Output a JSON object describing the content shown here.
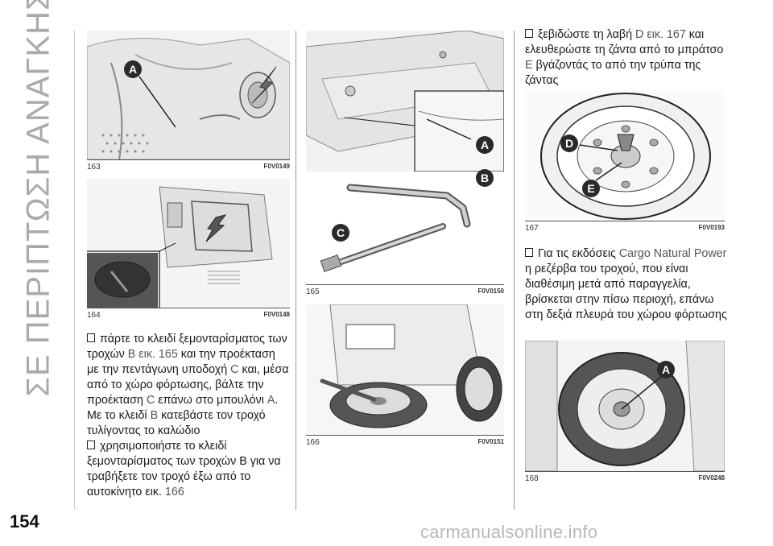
{
  "chapter_title": "ΣΕ ΠΕΡΙΠΤΩΣΗ ΑΝΑΓΚΗΣ",
  "page_number": "154",
  "watermark": "carmanualsonline.info",
  "figures": {
    "f163": {
      "num": "163",
      "code": "F0V0149",
      "labels": [
        "A"
      ]
    },
    "f164": {
      "num": "164",
      "code": "F0V0148",
      "labels": []
    },
    "f165": {
      "num": "165",
      "code": "F0V0150",
      "labels": [
        "A",
        "B",
        "C"
      ]
    },
    "f166": {
      "num": "166",
      "code": "F0V0151",
      "labels": []
    },
    "f167": {
      "num": "167",
      "code": "F0V0193",
      "labels": [
        "D",
        "E"
      ]
    },
    "f168": {
      "num": "168",
      "code": "F0V0248",
      "labels": [
        "A"
      ]
    }
  },
  "text": {
    "p1_a": "πάρτε το κλειδί ξεμονταρίσματος των τροχών ",
    "p1_b": "B εικ. 165",
    "p1_c": " και την προέκταση με την πεντάγωνη υποδοχή ",
    "p1_d": "C",
    "p1_e": " και, μέσα από το χώρο φόρτωσης, βάλτε την προέκταση ",
    "p1_f": "C",
    "p1_g": " επάνω στο μπουλόνι ",
    "p1_h": "A",
    "p1_i": ". Με το κλειδί ",
    "p1_j": "B",
    "p1_k": " κατεβάστε τον τροχό τυλίγοντας το καλώδιο",
    "p2_a": "χρησιμοποιήστε το κλειδί ξεμονταρίσματος των τροχών B για να τραβήξετε τον τροχό έξω από το αυτοκίνητο εικ. ",
    "p2_b": "166",
    "p3_a": "ξεβιδώστε τη λαβή ",
    "p3_b": "D εικ. 167",
    "p3_c": " και ελευθερώστε τη ζάντα από το μπράτσο ",
    "p3_d": "E",
    "p3_e": " βγάζοντάς το από την τρύπα της ζάντας",
    "p4_a": "Για τις εκδόσεις ",
    "p4_b": "Cargo Natural Power",
    "p4_c": " η ρεζέρβα του τροχού, που είναι διαθέσιμη μετά από παραγγελία, βρίσκεται στην πίσω περιοχή, επάνω στη δεξιά πλευρά του χώρου φόρτωσης"
  },
  "colors": {
    "badge": "#2a2a2a",
    "caption_rule": "#555555",
    "chapter_title": "#aaaaaa"
  }
}
